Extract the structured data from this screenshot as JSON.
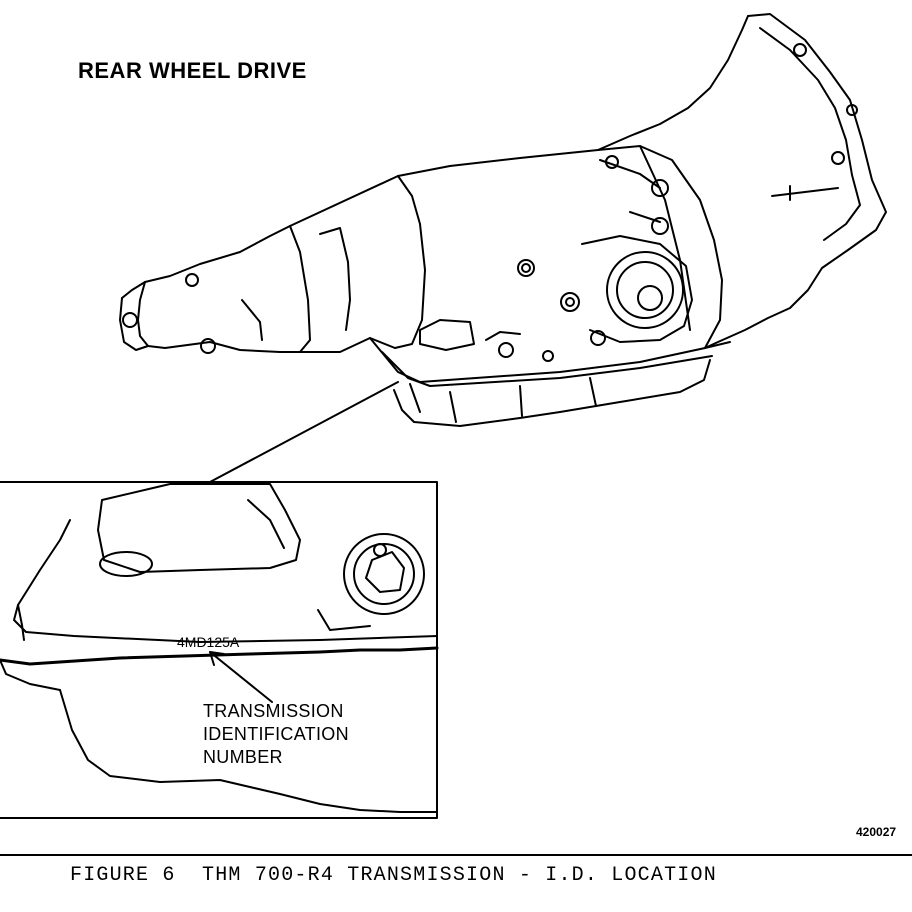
{
  "heading": "REAR WHEEL DRIVE",
  "inset": {
    "id_code": "4MD125A",
    "callout_lines": [
      "TRANSMISSION",
      "IDENTIFICATION",
      "NUMBER"
    ]
  },
  "figure_number": "420027",
  "caption": "FIGURE 6  THM 700-R4 TRANSMISSION - I.D. LOCATION"
}
